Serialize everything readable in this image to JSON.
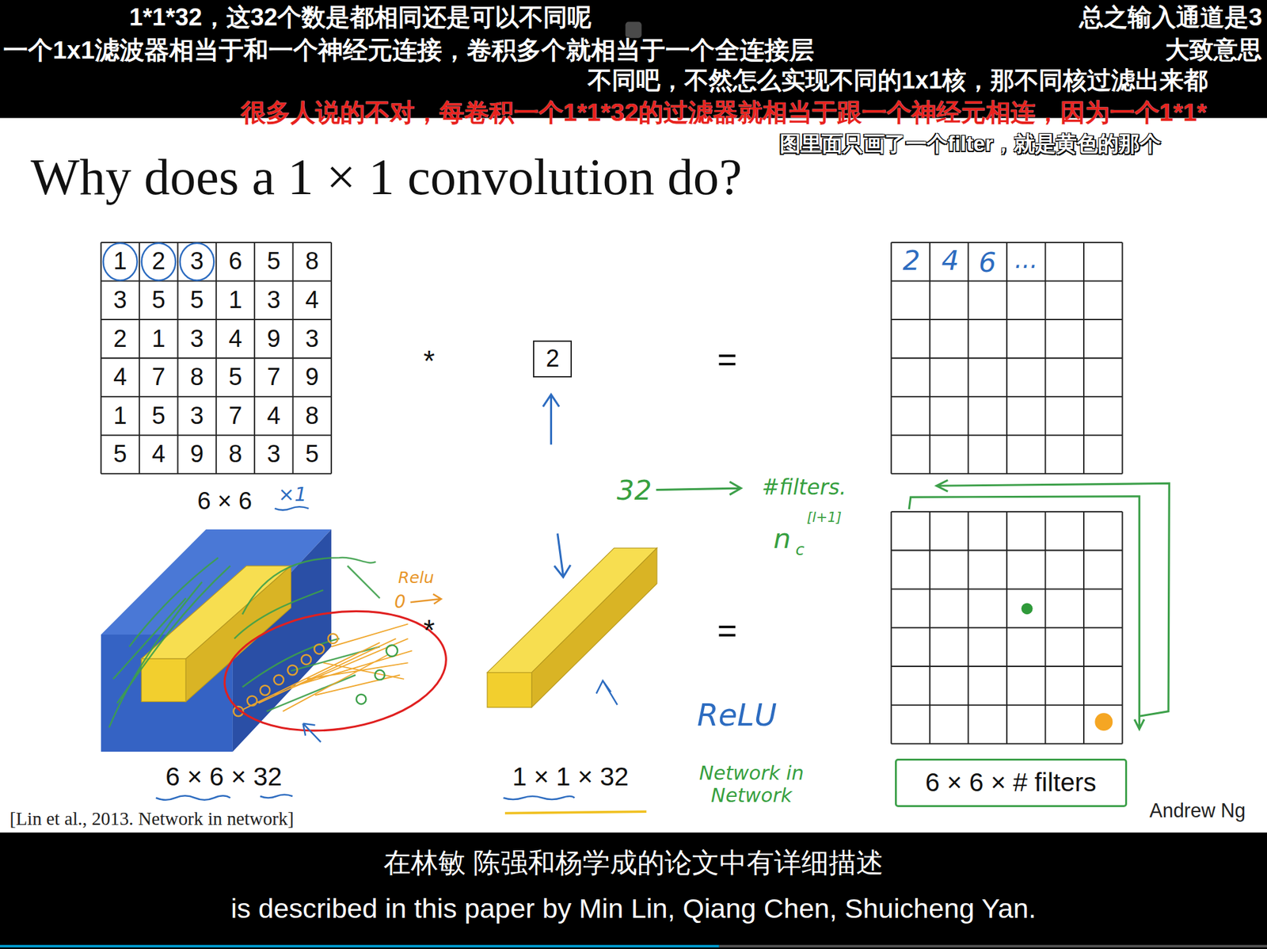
{
  "diagram": {
    "title": "Why does a 1 × 1 convolution do?",
    "nodes": [
      {
        "text": [
          "2"
        ]
      },
      {
        "text": [
          "6 × 6 × # filters"
        ]
      }
    ],
    "labels": [
      "1*1*32，这32个数是都相同还是可以不同呢",
      "总之输入通道是3",
      "一个1x1滤波器相当于和一个神经元连接，卷积多个就相当于一个全连接层",
      "大致意思",
      "不同吧，不然怎么实现不同的1x1核，那不同核过滤出来都",
      "很多人说的不对，每卷积一个1*1*32的过滤器就相当于跟一个神经元相连，因为一个1*1*",
      "图里面只画了一个filter，就是黄色的那个",
      "1",
      "2",
      "3",
      "6",
      "5",
      "8",
      "3",
      "5",
      "5",
      "1",
      "3",
      "4",
      "2",
      "1",
      "3",
      "4",
      "9",
      "3",
      "4",
      "7",
      "8",
      "5",
      "7",
      "9",
      "1",
      "5",
      "3",
      "7",
      "4",
      "8",
      "5",
      "4",
      "9",
      "8",
      "3",
      "5",
      "2",
      "4",
      "6",
      "...",
      "6 × 6",
      "×1",
      "*",
      "=",
      "32",
      "#filters.",
      "n",
      "[l+1]",
      "c",
      "Relu",
      "0",
      "*",
      "=",
      "ReLU",
      "Network in Network",
      "6 × 6 × 32",
      "1 × 1 × 32",
      "[Lin et al., 2013. Network in network]",
      "Andrew Ng",
      "在林敏 陈强和杨学成的论文中有详细描述",
      "is described in this paper by Min Lin, Qiang Chen, Shuicheng Yan."
    ]
  }
}
